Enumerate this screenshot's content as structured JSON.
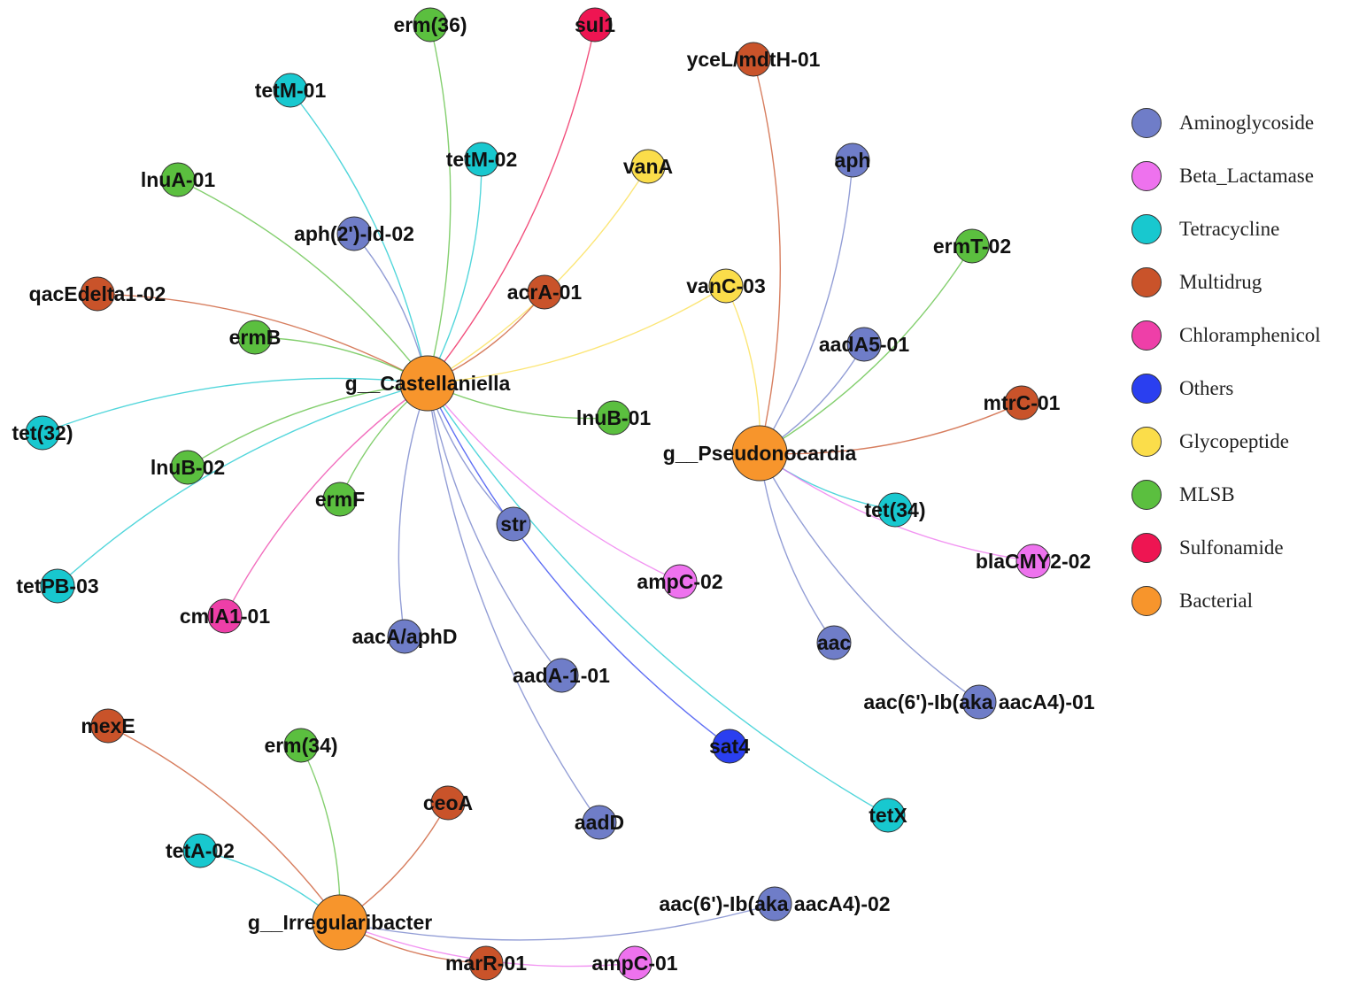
{
  "colors": {
    "Aminoglycoside": "#6f7dc8",
    "Beta_Lactamase": "#ee72ee",
    "Tetracycline": "#18c8cf",
    "Multidrug": "#c9532a",
    "Chloramphenicol": "#ee3fa8",
    "Others": "#2a3ff0",
    "Glycopeptide": "#fbdd4a",
    "MLSB": "#5bbf3f",
    "Sulfonamide": "#ee1552",
    "Bacterial": "#f7952c"
  },
  "legend": [
    {
      "label": "Aminoglycoside",
      "category": "Aminoglycoside"
    },
    {
      "label": "Beta_Lactamase",
      "category": "Beta_Lactamase"
    },
    {
      "label": "Tetracycline",
      "category": "Tetracycline"
    },
    {
      "label": "Multidrug",
      "category": "Multidrug"
    },
    {
      "label": "Chloramphenicol",
      "category": "Chloramphenicol"
    },
    {
      "label": "Others",
      "category": "Others"
    },
    {
      "label": "Glycopeptide",
      "category": "Glycopeptide"
    },
    {
      "label": "MLSB",
      "category": "MLSB"
    },
    {
      "label": "Sulfonamide",
      "category": "Sulfonamide"
    },
    {
      "label": "Bacterial",
      "category": "Bacterial"
    }
  ],
  "network": {
    "hubs": [
      {
        "id": "castellaniella",
        "label": "g__Castellaniella",
        "category": "Bacterial"
      },
      {
        "id": "pseudonocardia",
        "label": "g__Pseudonocardia",
        "category": "Bacterial"
      },
      {
        "id": "irregularibacter",
        "label": "g__Irregularibacter",
        "category": "Bacterial"
      }
    ],
    "genes": [
      {
        "id": "erm36",
        "label": "erm(36)",
        "category": "MLSB"
      },
      {
        "id": "sul1",
        "label": "sul1",
        "category": "Sulfonamide"
      },
      {
        "id": "yceL",
        "label": "yceL/mdtH-01",
        "category": "Multidrug"
      },
      {
        "id": "tetM01",
        "label": "tetM-01",
        "category": "Tetracycline"
      },
      {
        "id": "tetM02",
        "label": "tetM-02",
        "category": "Tetracycline"
      },
      {
        "id": "vanA",
        "label": "vanA",
        "category": "Glycopeptide"
      },
      {
        "id": "aph",
        "label": "aph",
        "category": "Aminoglycoside"
      },
      {
        "id": "lnuA01",
        "label": "lnuA-01",
        "category": "MLSB"
      },
      {
        "id": "aph2",
        "label": "aph(2')-Id-02",
        "category": "Aminoglycoside"
      },
      {
        "id": "ermT02",
        "label": "ermT-02",
        "category": "MLSB"
      },
      {
        "id": "vanC03",
        "label": "vanC-03",
        "category": "Glycopeptide"
      },
      {
        "id": "qacE",
        "label": "qacEdelta1-02",
        "category": "Multidrug"
      },
      {
        "id": "acrA01",
        "label": "acrA-01",
        "category": "Multidrug"
      },
      {
        "id": "ermB",
        "label": "ermB",
        "category": "MLSB"
      },
      {
        "id": "aadA501",
        "label": "aadA5-01",
        "category": "Aminoglycoside"
      },
      {
        "id": "mtrC01",
        "label": "mtrC-01",
        "category": "Multidrug"
      },
      {
        "id": "lnuB01",
        "label": "lnuB-01",
        "category": "MLSB"
      },
      {
        "id": "tet32",
        "label": "tet(32)",
        "category": "Tetracycline"
      },
      {
        "id": "lnuB02",
        "label": "lnuB-02",
        "category": "MLSB"
      },
      {
        "id": "ermF",
        "label": "ermF",
        "category": "MLSB"
      },
      {
        "id": "tet34",
        "label": "tet(34)",
        "category": "Tetracycline"
      },
      {
        "id": "str",
        "label": "str",
        "category": "Aminoglycoside"
      },
      {
        "id": "blaCMY",
        "label": "blaCMY2-02",
        "category": "Beta_Lactamase"
      },
      {
        "id": "tetPB03",
        "label": "tetPB-03",
        "category": "Tetracycline"
      },
      {
        "id": "ampC02",
        "label": "ampC-02",
        "category": "Beta_Lactamase"
      },
      {
        "id": "cmlA1",
        "label": "cmlA1-01",
        "category": "Chloramphenicol"
      },
      {
        "id": "aacA",
        "label": "aacA/aphD",
        "category": "Aminoglycoside"
      },
      {
        "id": "aac",
        "label": "aac",
        "category": "Aminoglycoside"
      },
      {
        "id": "aadA101",
        "label": "aadA-1-01",
        "category": "Aminoglycoside"
      },
      {
        "id": "aac6_01",
        "label": "aac(6')-Ib(aka aacA4)-01",
        "category": "Aminoglycoside"
      },
      {
        "id": "mexE",
        "label": "mexE",
        "category": "Multidrug"
      },
      {
        "id": "erm34",
        "label": "erm(34)",
        "category": "MLSB"
      },
      {
        "id": "sat4",
        "label": "sat4",
        "category": "Others"
      },
      {
        "id": "ceoA",
        "label": "ceoA",
        "category": "Multidrug"
      },
      {
        "id": "tetX",
        "label": "tetX",
        "category": "Tetracycline"
      },
      {
        "id": "aadD",
        "label": "aadD",
        "category": "Aminoglycoside"
      },
      {
        "id": "tetA02",
        "label": "tetA-02",
        "category": "Tetracycline"
      },
      {
        "id": "aac6_02",
        "label": "aac(6')-Ib(aka aacA4)-02",
        "category": "Aminoglycoside"
      },
      {
        "id": "marR01",
        "label": "marR-01",
        "category": "Multidrug"
      },
      {
        "id": "ampC01",
        "label": "ampC-01",
        "category": "Beta_Lactamase"
      }
    ],
    "edges": [
      [
        "castellaniella",
        "erm36"
      ],
      [
        "castellaniella",
        "sul1"
      ],
      [
        "castellaniella",
        "tetM01"
      ],
      [
        "castellaniella",
        "tetM02"
      ],
      [
        "castellaniella",
        "vanA"
      ],
      [
        "castellaniella",
        "lnuA01"
      ],
      [
        "castellaniella",
        "aph2"
      ],
      [
        "castellaniella",
        "qacE"
      ],
      [
        "castellaniella",
        "acrA01"
      ],
      [
        "castellaniella",
        "vanC03"
      ],
      [
        "castellaniella",
        "ermB"
      ],
      [
        "castellaniella",
        "lnuB01"
      ],
      [
        "castellaniella",
        "tet32"
      ],
      [
        "castellaniella",
        "lnuB02"
      ],
      [
        "castellaniella",
        "ermF"
      ],
      [
        "castellaniella",
        "tetPB03"
      ],
      [
        "castellaniella",
        "cmlA1"
      ],
      [
        "castellaniella",
        "str"
      ],
      [
        "castellaniella",
        "aacA"
      ],
      [
        "castellaniella",
        "aadA101"
      ],
      [
        "castellaniella",
        "ampC02"
      ],
      [
        "castellaniella",
        "sat4"
      ],
      [
        "castellaniella",
        "aadD"
      ],
      [
        "castellaniella",
        "tetX"
      ],
      [
        "pseudonocardia",
        "yceL"
      ],
      [
        "pseudonocardia",
        "aph"
      ],
      [
        "pseudonocardia",
        "ermT02"
      ],
      [
        "pseudonocardia",
        "vanC03"
      ],
      [
        "pseudonocardia",
        "aadA501"
      ],
      [
        "pseudonocardia",
        "mtrC01"
      ],
      [
        "pseudonocardia",
        "tet34"
      ],
      [
        "pseudonocardia",
        "blaCMY"
      ],
      [
        "pseudonocardia",
        "aac"
      ],
      [
        "pseudonocardia",
        "aac6_01"
      ],
      [
        "irregularibacter",
        "mexE"
      ],
      [
        "irregularibacter",
        "erm34"
      ],
      [
        "irregularibacter",
        "ceoA"
      ],
      [
        "irregularibacter",
        "tetA02"
      ],
      [
        "irregularibacter",
        "aac6_02"
      ],
      [
        "irregularibacter",
        "marR01"
      ],
      [
        "irregularibacter",
        "ampC01"
      ]
    ]
  }
}
